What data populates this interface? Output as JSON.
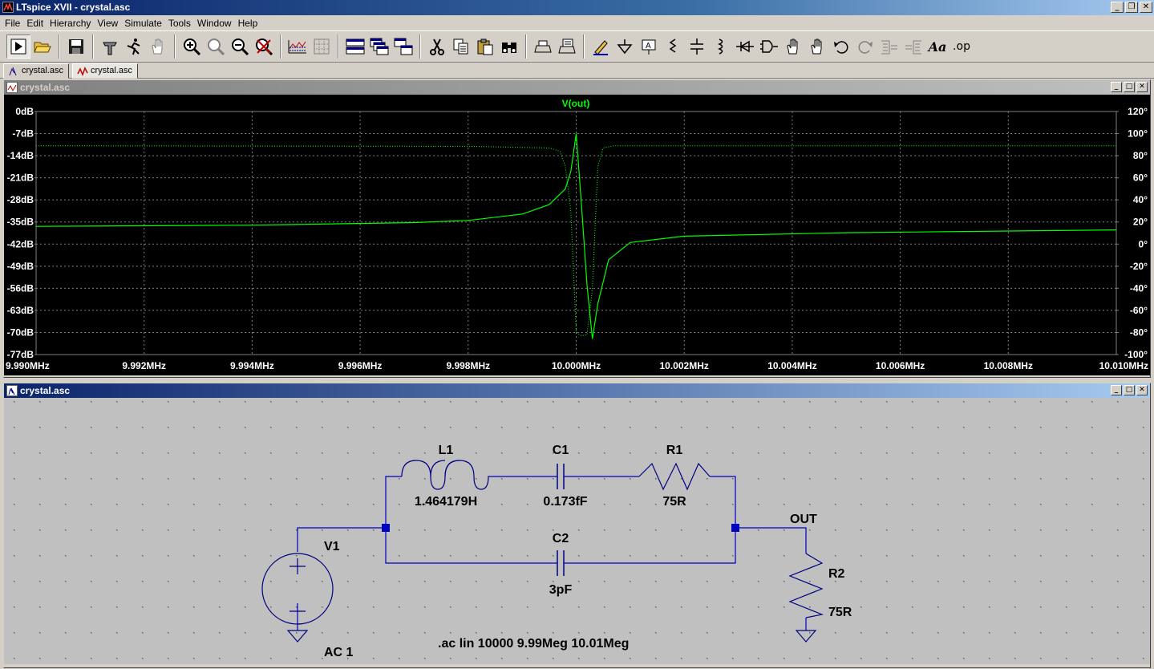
{
  "app": {
    "title": "LTspice XVII - crystal.asc",
    "menu": [
      "File",
      "Edit",
      "Hierarchy",
      "View",
      "Simulate",
      "Tools",
      "Window",
      "Help"
    ],
    "toolbar_icons": [
      "run-icon",
      "open-icon",
      "save-icon",
      "control-panel-icon",
      "halt-icon",
      "pan-icon",
      "zoom-in-icon",
      "zoom-area-icon",
      "zoom-out-icon",
      "zoom-fit-icon",
      "autorange-icon",
      "grid-icon",
      "tile-horizontal-icon",
      "cascade-icon",
      "tile-vertical-icon",
      "cut-icon",
      "copy-icon",
      "paste-icon",
      "find-icon",
      "print-setup-icon",
      "print-icon",
      "draw-wire-icon",
      "ground-icon",
      "label-net-icon",
      "resistor-icon",
      "capacitor-icon",
      "inductor-icon",
      "diode-icon",
      "component-icon",
      "move-icon",
      "drag-icon",
      "undo-icon",
      "redo-icon",
      "rotate-icon",
      "mirror-icon",
      "text-icon",
      "spice-directive-icon"
    ],
    "toolbar_text": {
      "text": "Aa",
      "op": ".op"
    }
  },
  "tabs": [
    {
      "label": "crystal.asc",
      "icon": "schematic-tab-icon"
    },
    {
      "label": "crystal.asc",
      "icon": "waveform-tab-icon"
    }
  ],
  "plot_window": {
    "title": "crystal.asc",
    "trace_label": "V(out)",
    "trace_color": "#00ff00",
    "grid_color": "#808080",
    "left_ticks": [
      "0dB",
      "-7dB",
      "-14dB",
      "-21dB",
      "-28dB",
      "-35dB",
      "-42dB",
      "-49dB",
      "-56dB",
      "-63dB",
      "-70dB",
      "-77dB"
    ],
    "right_ticks": [
      "120°",
      "100°",
      "80°",
      "60°",
      "40°",
      "20°",
      "0°",
      "-20°",
      "-40°",
      "-60°",
      "-80°",
      "-100°"
    ],
    "x_ticks": [
      "9.990MHz",
      "9.992MHz",
      "9.994MHz",
      "9.996MHz",
      "9.998MHz",
      "10.000MHz",
      "10.002MHz",
      "10.004MHz",
      "10.006MHz",
      "10.008MHz",
      "10.010MHz"
    ]
  },
  "chart_data": {
    "type": "line",
    "x_range_mhz": [
      9.99,
      10.01
    ],
    "magnitude_ylim_db": [
      -77,
      0
    ],
    "phase_ylim_deg": [
      -100,
      120
    ],
    "series": [
      {
        "name": "V(out)",
        "style": "solid",
        "axis": "magnitude_db",
        "x": [
          9.99,
          9.994,
          9.997,
          9.998,
          9.999,
          9.9995,
          9.9998,
          9.9999,
          10.0,
          10.0001,
          10.0002,
          10.0003,
          10.0004,
          10.0006,
          10.001,
          10.002,
          10.005,
          10.01
        ],
        "y": [
          -36.4,
          -36.0,
          -35.2,
          -34.5,
          -32.5,
          -29.5,
          -24.5,
          -19.0,
          -7.0,
          -30.0,
          -55.0,
          -72.0,
          -61.0,
          -47.0,
          -41.5,
          -39.5,
          -38.4,
          -37.5
        ]
      },
      {
        "name": "V(out)",
        "style": "dotted",
        "axis": "phase_deg",
        "x": [
          9.99,
          9.998,
          9.9995,
          9.9997,
          9.9998,
          9.9999,
          10.0,
          10.0001,
          10.0002,
          10.0003,
          10.0004,
          10.0005,
          10.0007,
          10.01
        ],
        "y": [
          89,
          88.5,
          87,
          84,
          70,
          30,
          -80,
          -83,
          -82,
          -40,
          70,
          87,
          89,
          89
        ]
      }
    ]
  },
  "schematic_window": {
    "title": "crystal.asc",
    "wire_color": "#0000c0",
    "component_color": "#000080",
    "components": {
      "L1": {
        "name": "L1",
        "value": "1.464179H"
      },
      "C1": {
        "name": "C1",
        "value": "0.173fF"
      },
      "R1": {
        "name": "R1",
        "value": "75R"
      },
      "C2": {
        "name": "C2",
        "value": "3pF"
      },
      "V1": {
        "name": "V1",
        "value": "AC 1"
      },
      "R2": {
        "name": "R2",
        "value": "75R"
      }
    },
    "net_label": "OUT",
    "directive": ".ac lin 10000 9.99Meg 10.01Meg"
  }
}
